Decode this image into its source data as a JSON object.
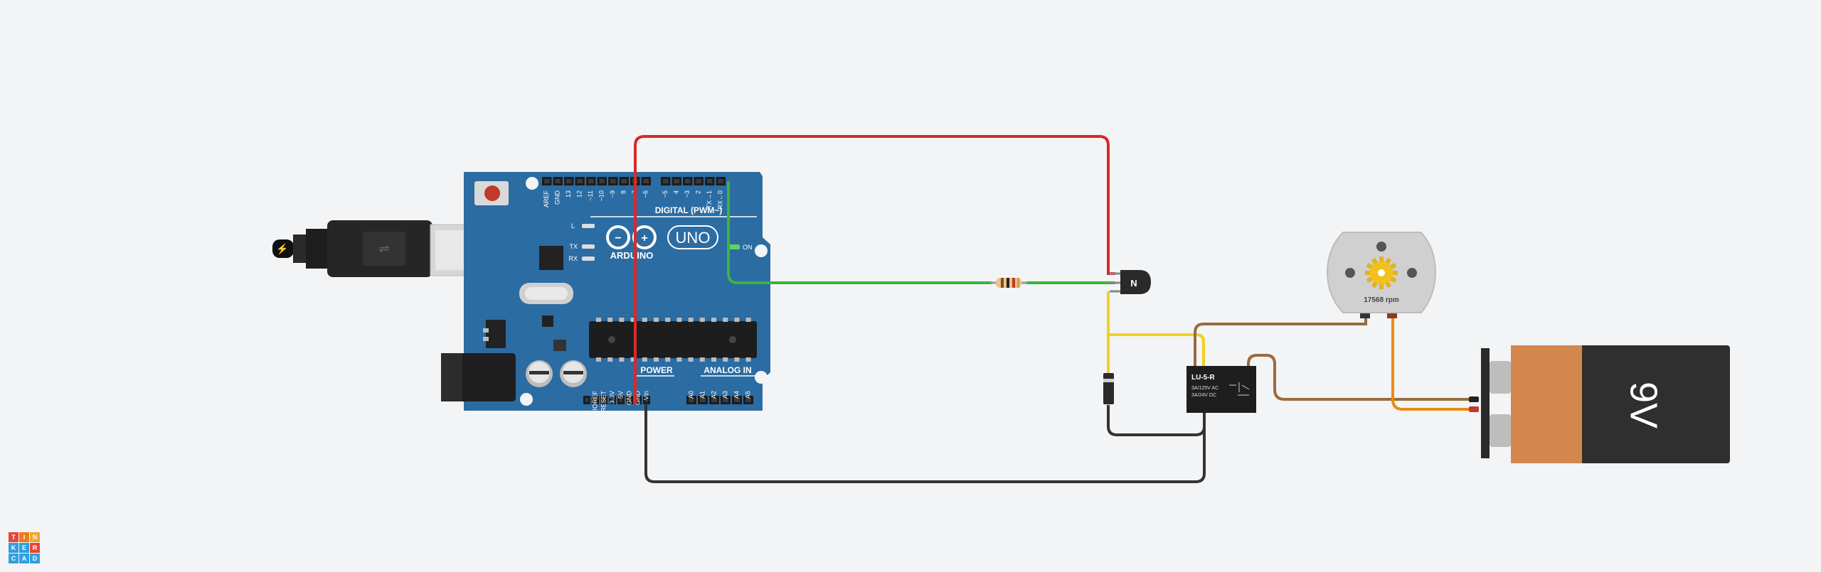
{
  "app": {
    "logo_letters": [
      "T",
      "I",
      "N",
      "K",
      "E",
      "R",
      "C",
      "A",
      "D"
    ]
  },
  "arduino": {
    "brand": "ARDUINO",
    "model": "UNO",
    "digital_label": "DIGITAL (PWM~)",
    "power_label": "POWER",
    "analog_label": "ANALOG IN",
    "on_label": "ON",
    "led_l": "L",
    "led_tx": "TX",
    "led_rx": "RX",
    "digital_pins": [
      "AREF",
      "GND",
      "13",
      "12",
      "~11",
      "~10",
      "~9",
      "8",
      "7",
      "~6",
      "~5",
      "4",
      "~3",
      "2",
      "TX→1",
      "RX←0"
    ],
    "power_pins": [
      "IOREF",
      "RESET",
      "3.3V",
      "5V",
      "GND",
      "GND",
      "Vin"
    ],
    "analog_pins": [
      "A0",
      "A1",
      "A2",
      "A3",
      "A4",
      "A5"
    ]
  },
  "transistor": {
    "label": "N"
  },
  "relay": {
    "model": "LU-5-R",
    "rating_ac": "3A/125V AC",
    "rating_dc": "3A/24V DC"
  },
  "motor": {
    "speed": "17568 rpm"
  },
  "battery": {
    "label": "9V"
  },
  "colors": {
    "wire_red": "#d62a2a",
    "wire_green": "#3cb43c",
    "wire_yellow": "#f2d01e",
    "wire_brown": "#9a6b3e",
    "wire_orange": "#e98b15",
    "wire_black": "#333333",
    "board": "#2b6ca3"
  }
}
